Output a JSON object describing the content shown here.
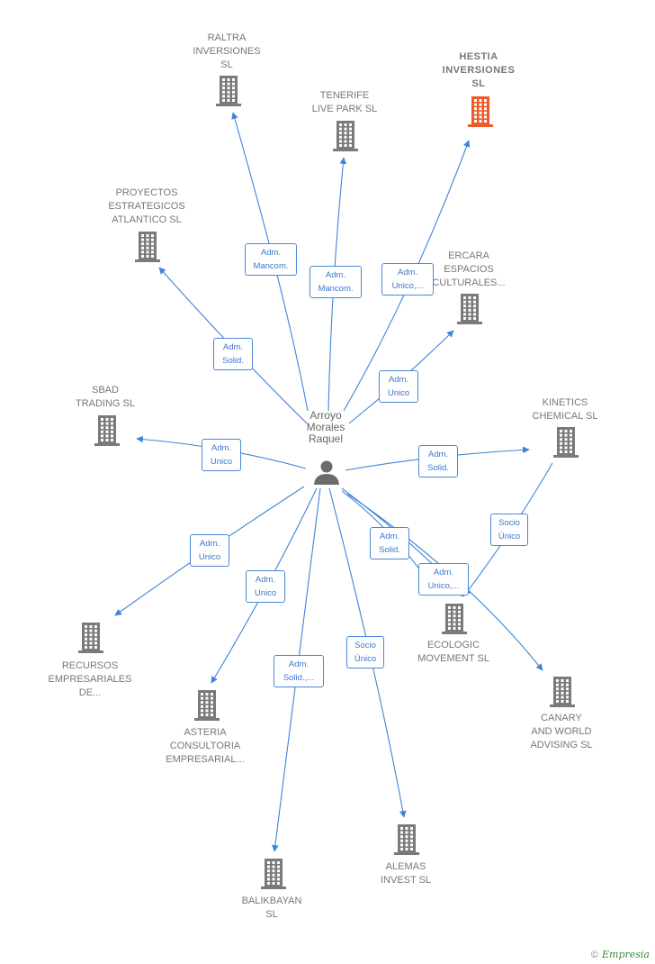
{
  "center": {
    "name": "Arroyo\nMorales\nRaquel"
  },
  "companies": [
    {
      "id": "raltra",
      "name": "RALTRA\nINVERSIONES\nSL",
      "highlight": false
    },
    {
      "id": "tenerife",
      "name": "TENERIFE\nLIVE PARK SL",
      "highlight": false
    },
    {
      "id": "hestia",
      "name": "HESTIA\nINVERSIONES\nSL",
      "highlight": true
    },
    {
      "id": "proyectos",
      "name": "PROYECTOS\nESTRATEGICOS\nATLANTICO SL",
      "highlight": false
    },
    {
      "id": "ercara",
      "name": "ERCARA\nESPACIOS\nCULTURALES...",
      "highlight": false
    },
    {
      "id": "sbad",
      "name": "SBAD\nTRADING SL",
      "highlight": false
    },
    {
      "id": "kinetics",
      "name": "KINETICS\nCHEMICAL SL",
      "highlight": false
    },
    {
      "id": "recursos",
      "name": "RECURSOS\nEMPRESARIALES\nDE...",
      "highlight": false
    },
    {
      "id": "ecologic",
      "name": "ECOLOGIC\nMOVEMENT SL",
      "highlight": false
    },
    {
      "id": "asteria",
      "name": "ASTERIA\nCONSULTORIA\nEMPRESARIAL...",
      "highlight": false
    },
    {
      "id": "canary",
      "name": "CANARY\nAND WORLD\nADVISING SL",
      "highlight": false
    },
    {
      "id": "balikbayan",
      "name": "BALIKBAYAN\nSL",
      "highlight": false
    },
    {
      "id": "alemas",
      "name": "ALEMAS\nINVEST SL",
      "highlight": false
    }
  ],
  "edges": [
    {
      "id": "e-raltra",
      "label": "Adm.\nMancom."
    },
    {
      "id": "e-tenerife",
      "label": "Adm.\nMancom."
    },
    {
      "id": "e-hestia",
      "label": "Adm.\nUnico,..."
    },
    {
      "id": "e-proyectos",
      "label": "Adm.\nSolid."
    },
    {
      "id": "e-ercara",
      "label": "Adm.\nUnico"
    },
    {
      "id": "e-sbad",
      "label": "Adm.\nUnico"
    },
    {
      "id": "e-kinetics",
      "label": "Adm.\nSolid."
    },
    {
      "id": "e-kin-eco",
      "label": "Socio\nÚnico"
    },
    {
      "id": "e-eco-solid",
      "label": "Adm.\nSolid."
    },
    {
      "id": "e-eco-unico",
      "label": "Adm.\nUnico,..."
    },
    {
      "id": "e-recursos",
      "label": "Adm.\nUnico"
    },
    {
      "id": "e-asteria",
      "label": "Adm.\nUnico"
    },
    {
      "id": "e-balikbayan",
      "label": "Adm.\nSolid.,..."
    },
    {
      "id": "e-alemas",
      "label": "Socio\nÚnico"
    }
  ],
  "colors": {
    "edge": "#3f84d8",
    "building": "#7a7a7a",
    "highlight": "#f05a28",
    "person": "#6b6b6b"
  },
  "footer": {
    "copyright": "©",
    "brand": "Empresia"
  }
}
